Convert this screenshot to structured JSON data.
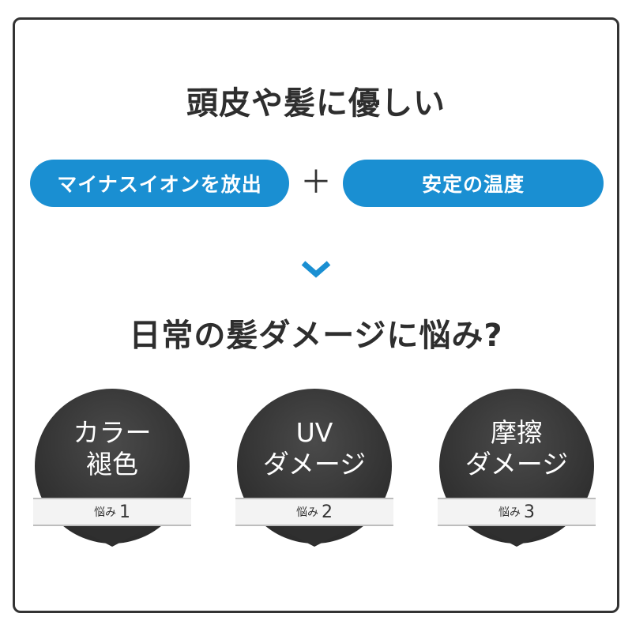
{
  "headline_top": "頭皮や髪に優しい",
  "benefits": {
    "left": "マイナスイオンを放出",
    "plus": "＋",
    "right": "安定の温度"
  },
  "headline_bottom": "日常の髪ダメージに悩み?",
  "worries": [
    {
      "line1": "カラー",
      "line2": "褪色",
      "band_prefix": "悩み",
      "band_number": "1"
    },
    {
      "line1": "UV",
      "line2": "ダメージ",
      "band_prefix": "悩み",
      "band_number": "2"
    },
    {
      "line1": "摩擦",
      "line2": "ダメージ",
      "band_prefix": "悩み",
      "band_number": "3"
    }
  ],
  "colors": {
    "accent_blue": "#1a8fd2",
    "badge_dark": "#2f2f2f",
    "text_dark": "#2e2e2e"
  },
  "icons": {
    "chevron": "chevron-down-icon",
    "pointer": "triangle-down-icon"
  }
}
